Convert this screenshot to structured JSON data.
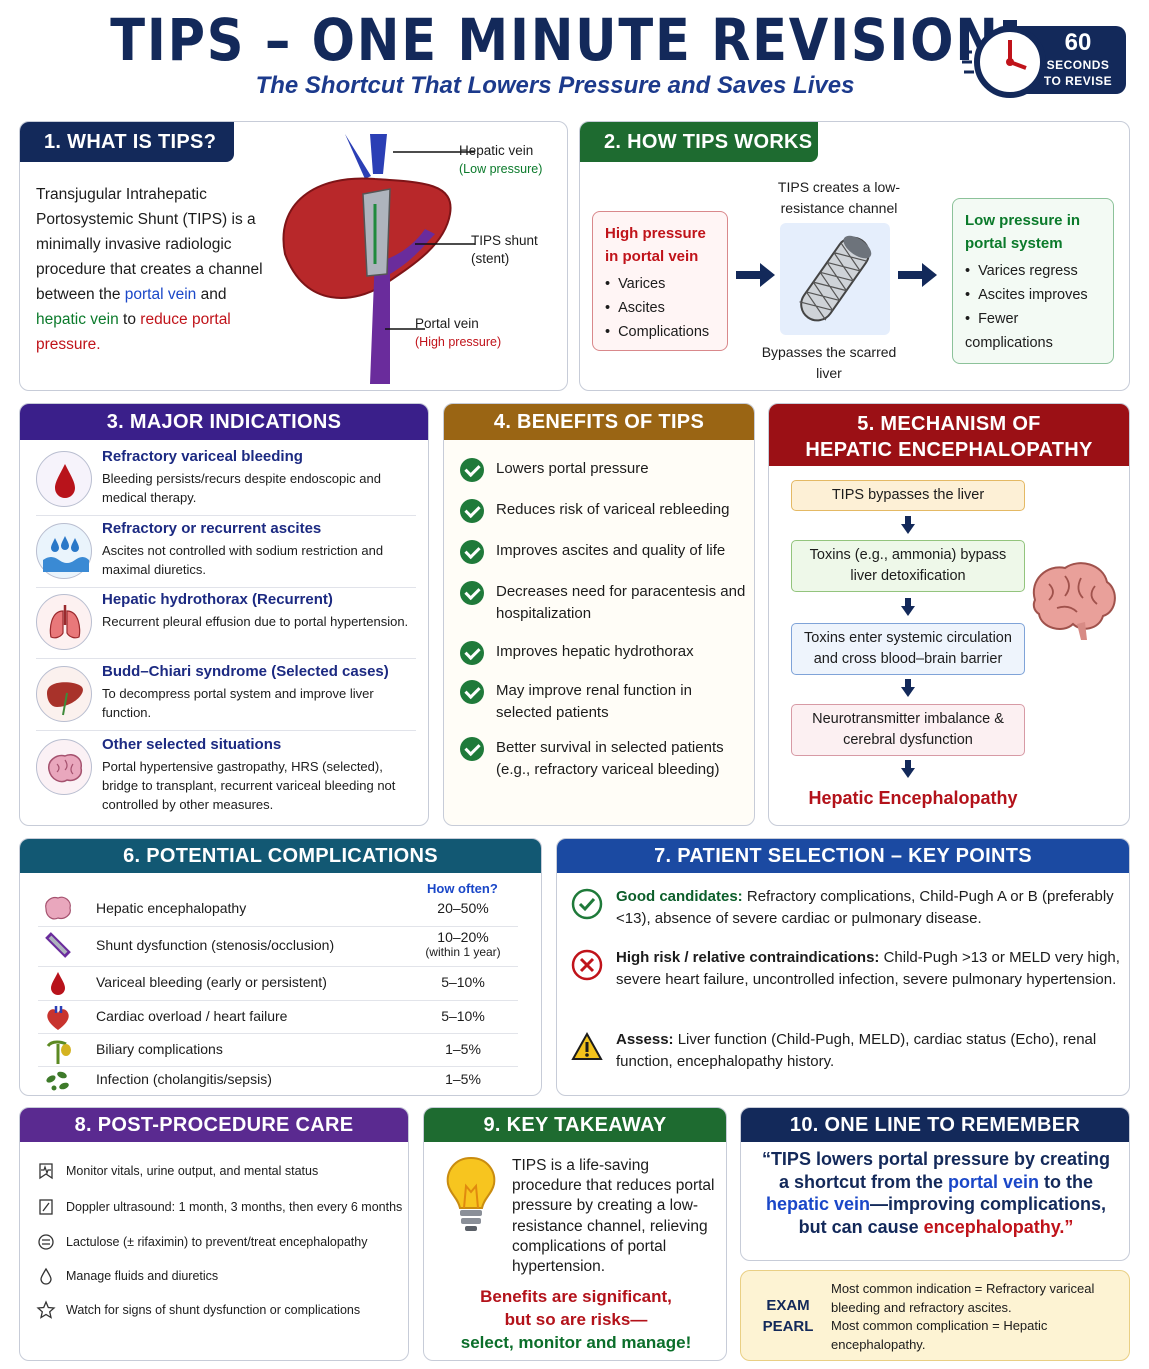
{
  "header": {
    "title": "TIPS – ONE MINUTE REVISION",
    "subtitle": "The Shortcut That Lowers Pressure and Saves Lives",
    "timer_number": "60",
    "timer_line1": "SECONDS",
    "timer_line2": "TO REVISE"
  },
  "s1": {
    "heading": "1. WHAT IS TIPS?",
    "text_a": "Transjugular Intrahepatic Portosystemic Shunt (TIPS) is a minimally invasive radiologic procedure that creates a channel between the ",
    "portal_vein": "portal vein",
    "and": " and ",
    "hepatic_vein": "hepatic vein",
    "to": " to ",
    "reduce": "reduce portal pressure.",
    "label_hepatic": "Hepatic vein",
    "label_hepatic_sub": "(Low pressure)",
    "label_shunt": "TIPS shunt",
    "label_shunt_sub": "(stent)",
    "label_portal": "Portal vein",
    "label_portal_sub": "(High pressure)"
  },
  "s2": {
    "heading": "2. HOW TIPS WORKS",
    "high_title": "High pressure in portal vein",
    "high_items": [
      "Varices",
      "Ascites",
      "Complications"
    ],
    "channel_caption": "TIPS creates a low-resistance channel",
    "bypass_caption": "Bypasses the scarred liver",
    "low_title": "Low pressure in portal system",
    "low_items": [
      "Varices regress",
      "Ascites improves",
      "Fewer complications"
    ]
  },
  "s3": {
    "heading": "3. MAJOR INDICATIONS",
    "items": [
      {
        "title": "Refractory variceal bleeding",
        "desc": "Bleeding persists/recurs despite endoscopic and medical therapy.",
        "icon": "blood-drop-icon"
      },
      {
        "title": "Refractory or recurrent ascites",
        "desc": "Ascites not controlled with sodium restriction and maximal diuretics.",
        "icon": "water-drops-icon"
      },
      {
        "title": "Hepatic hydrothorax (Recurrent)",
        "desc": "Recurrent pleural effusion due to portal hypertension.",
        "icon": "lungs-icon"
      },
      {
        "title": "Budd–Chiari syndrome (Selected cases)",
        "desc": "To decompress portal system and improve liver function.",
        "icon": "liver-icon"
      },
      {
        "title": "Other selected situations",
        "desc": "Portal hypertensive gastropathy, HRS (selected), bridge to transplant, recurrent variceal bleeding not controlled by other measures.",
        "icon": "brain-icon"
      }
    ]
  },
  "s4": {
    "heading": "4. BENEFITS OF TIPS",
    "items": [
      "Lowers portal pressure",
      "Reduces risk of variceal rebleeding",
      "Improves ascites and quality of life",
      "Decreases need for paracentesis and hospitalization",
      "Improves hepatic hydrothorax",
      "May improve renal function in selected patients",
      "Better survival in selected patients (e.g., refractory variceal bleeding)"
    ]
  },
  "s5": {
    "heading_1": "5. MECHANISM OF",
    "heading_2": "HEPATIC ENCEPHALOPATHY",
    "steps": [
      "TIPS bypasses the liver",
      "Toxins (e.g., ammonia) bypass liver detoxification",
      "Toxins enter systemic circulation and cross blood–brain barrier",
      "Neurotransmitter imbalance & cerebral dysfunction"
    ],
    "result": "Hepatic Encephalopathy"
  },
  "s6": {
    "heading": "6. POTENTIAL COMPLICATIONS",
    "how_often": "How often?",
    "rows": [
      {
        "name": "Hepatic encephalopathy",
        "value": "20–50%",
        "sub": ""
      },
      {
        "name": "Shunt dysfunction (stenosis/occlusion)",
        "value": "10–20%",
        "sub": "(within 1 year)"
      },
      {
        "name": "Variceal bleeding (early or persistent)",
        "value": "5–10%",
        "sub": ""
      },
      {
        "name": "Cardiac overload / heart failure",
        "value": "5–10%",
        "sub": ""
      },
      {
        "name": "Biliary complications",
        "value": "1–5%",
        "sub": ""
      },
      {
        "name": "Infection (cholangitis/sepsis)",
        "value": "1–5%",
        "sub": ""
      }
    ]
  },
  "s7": {
    "heading": "7. PATIENT SELECTION – KEY POINTS",
    "good_label": "Good candidates:",
    "good_text": " Refractory complications, Child-Pugh A or B (preferably <13), absence of severe cardiac or pulmonary disease.",
    "risk_label": "High risk / relative contraindications:",
    "risk_text": " Child-Pugh >13 or MELD very high, severe heart failure, uncontrolled infection, severe pulmonary hypertension.",
    "assess_label": "Assess:",
    "assess_text": " Liver function (Child-Pugh, MELD), cardiac status (Echo), renal function, encephalopathy history."
  },
  "s8": {
    "heading": "8. POST-PROCEDURE CARE",
    "items": [
      "Monitor vitals, urine output, and mental status",
      "Doppler ultrasound: 1 month, 3 months, then every 6 months",
      "Lactulose (± rifaximin) to prevent/treat encephalopathy",
      "Manage fluids and diuretics",
      "Watch for signs of shunt dysfunction or complications"
    ]
  },
  "s9": {
    "heading": "9. KEY TAKEAWAY",
    "text": "TIPS is a life-saving procedure that reduces portal pressure by creating a low-resistance channel, relieving complications of portal hypertension.",
    "warn_1": "Benefits are significant,",
    "warn_2": "but so are risks—",
    "warn_3": "select, monitor and manage!"
  },
  "s10": {
    "heading": "10. ONE LINE TO REMEMBER",
    "q1": "“TIPS lowers portal pressure by creating a shortcut from the ",
    "q_portal": "portal vein",
    "q2": " to the ",
    "q_hepatic": "hepatic vein",
    "q3": "—improving complications, but can cause ",
    "q_enceph": "encephalopathy.”",
    "pearl_tag_1": "EXAM",
    "pearl_tag_2": "PEARL",
    "pearl_line_1": "Most common indication = Refractory variceal bleeding and refractory ascites.",
    "pearl_line_2": "Most common complication = Hepatic encephalopathy."
  },
  "colors": {
    "navy": "#13295a",
    "green": "#1e6b30",
    "purple": "#3a1f8a",
    "gold": "#9a6514",
    "crimson": "#9b1015",
    "teal": "#125873",
    "blue": "#1b4aa2",
    "violet": "#5a2a90"
  }
}
